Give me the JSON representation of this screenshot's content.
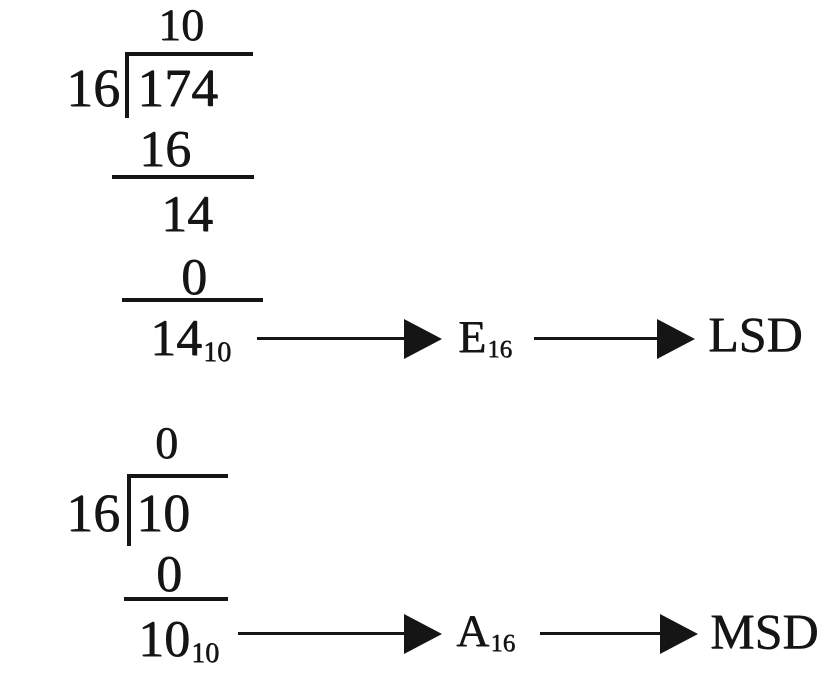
{
  "figure": {
    "description": "Decimal to hexadecimal conversion by repeated division by 16",
    "colors": {
      "ink": "#151515",
      "background": "#ffffff"
    },
    "icons": {
      "arrow": "right-filled-triangle"
    },
    "divisions": [
      {
        "quotient": "10",
        "divisor": "16",
        "dividend": "174",
        "subtract1": "16",
        "intermediate": "14",
        "subtract2": "0",
        "remainder_value": "14",
        "remainder_base": "10",
        "hex_value": "E",
        "hex_base": "16",
        "significance": "LSD"
      },
      {
        "quotient": "0",
        "divisor": "16",
        "dividend": "10",
        "subtract1": "0",
        "remainder_value": "10",
        "remainder_base": "10",
        "hex_value": "A",
        "hex_base": "16",
        "significance": "MSD"
      }
    ]
  }
}
